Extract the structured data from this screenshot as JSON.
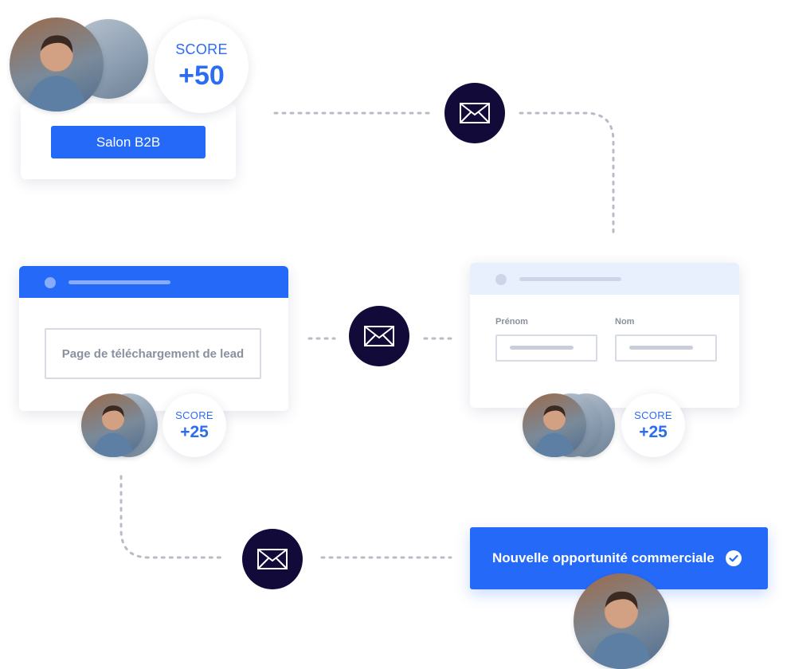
{
  "colors": {
    "primary": "#2469f8",
    "score_text": "#2b6cf2",
    "mail_bg": "#120b3a",
    "connector": "#b7bcc6",
    "form_header": "#e8f0fe"
  },
  "top_card": {
    "score_label": "SCORE",
    "score_value": "+50",
    "button_label": "Salon B2B"
  },
  "left_card": {
    "field_text": "Page de téléchargement de lead",
    "score_label": "SCORE",
    "score_value": "+25"
  },
  "form_card": {
    "first_name_label": "Prénom",
    "last_name_label": "Nom",
    "score_label": "SCORE",
    "score_value": "+25"
  },
  "final_card": {
    "label": "Nouvelle opportunité commerciale",
    "icon": "check-circle-icon"
  },
  "icons": {
    "mail": "envelope-icon",
    "avatar": "person-avatar"
  }
}
